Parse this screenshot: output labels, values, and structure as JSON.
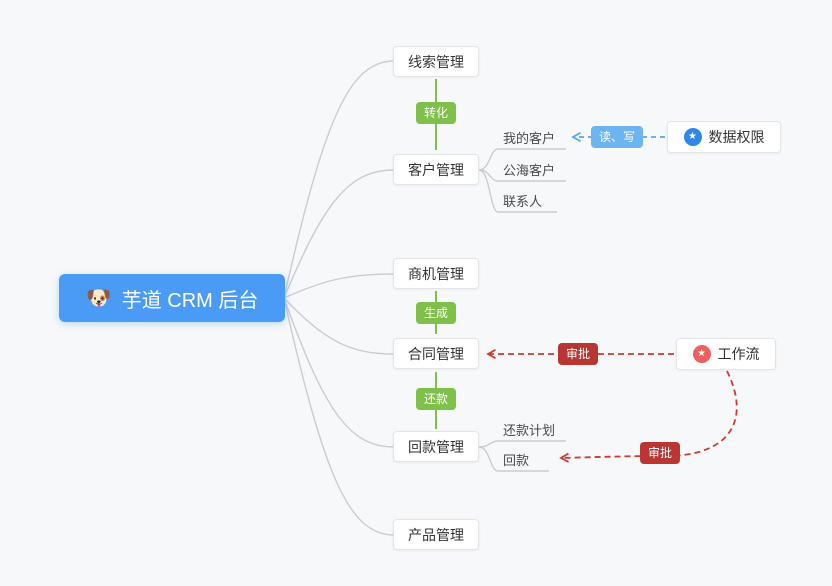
{
  "root": {
    "emoji": "🐶",
    "label": "芋道 CRM 后台"
  },
  "modules": {
    "leads": {
      "label": "线索管理"
    },
    "customer": {
      "label": "客户管理"
    },
    "business": {
      "label": "商机管理"
    },
    "contract": {
      "label": "合同管理"
    },
    "receivable": {
      "label": "回款管理"
    },
    "product": {
      "label": "产品管理"
    }
  },
  "customer_children": {
    "my_customer": "我的客户",
    "open_sea_customer": "公海客户",
    "contact": "联系人"
  },
  "receivable_children": {
    "repayment_plan": "还款计划",
    "repayment": "回款"
  },
  "side_nodes": {
    "data_permission": {
      "label": "数据权限"
    },
    "workflow": {
      "label": "工作流"
    }
  },
  "edge_labels": {
    "convert": "转化",
    "generate": "生成",
    "repay": "还款",
    "read_write": "读、写",
    "approve_contract": "审批",
    "approve_receivable": "审批"
  },
  "icons": {
    "star": "★"
  },
  "colors": {
    "bg": "#f7f8fa",
    "root-blue": "#4a9bf5",
    "green": "#7fc04a",
    "red-badge": "#b93633",
    "red-line": "#cc3a33",
    "blue-badge": "#6db4f2",
    "blue-line": "#55a6f1",
    "line-gray": "#c9ccd1",
    "node-border": "#e2e4e8",
    "node-text": "#333333",
    "icon-blue": "#2f87e8",
    "icon-red": "#ee5f5f"
  }
}
